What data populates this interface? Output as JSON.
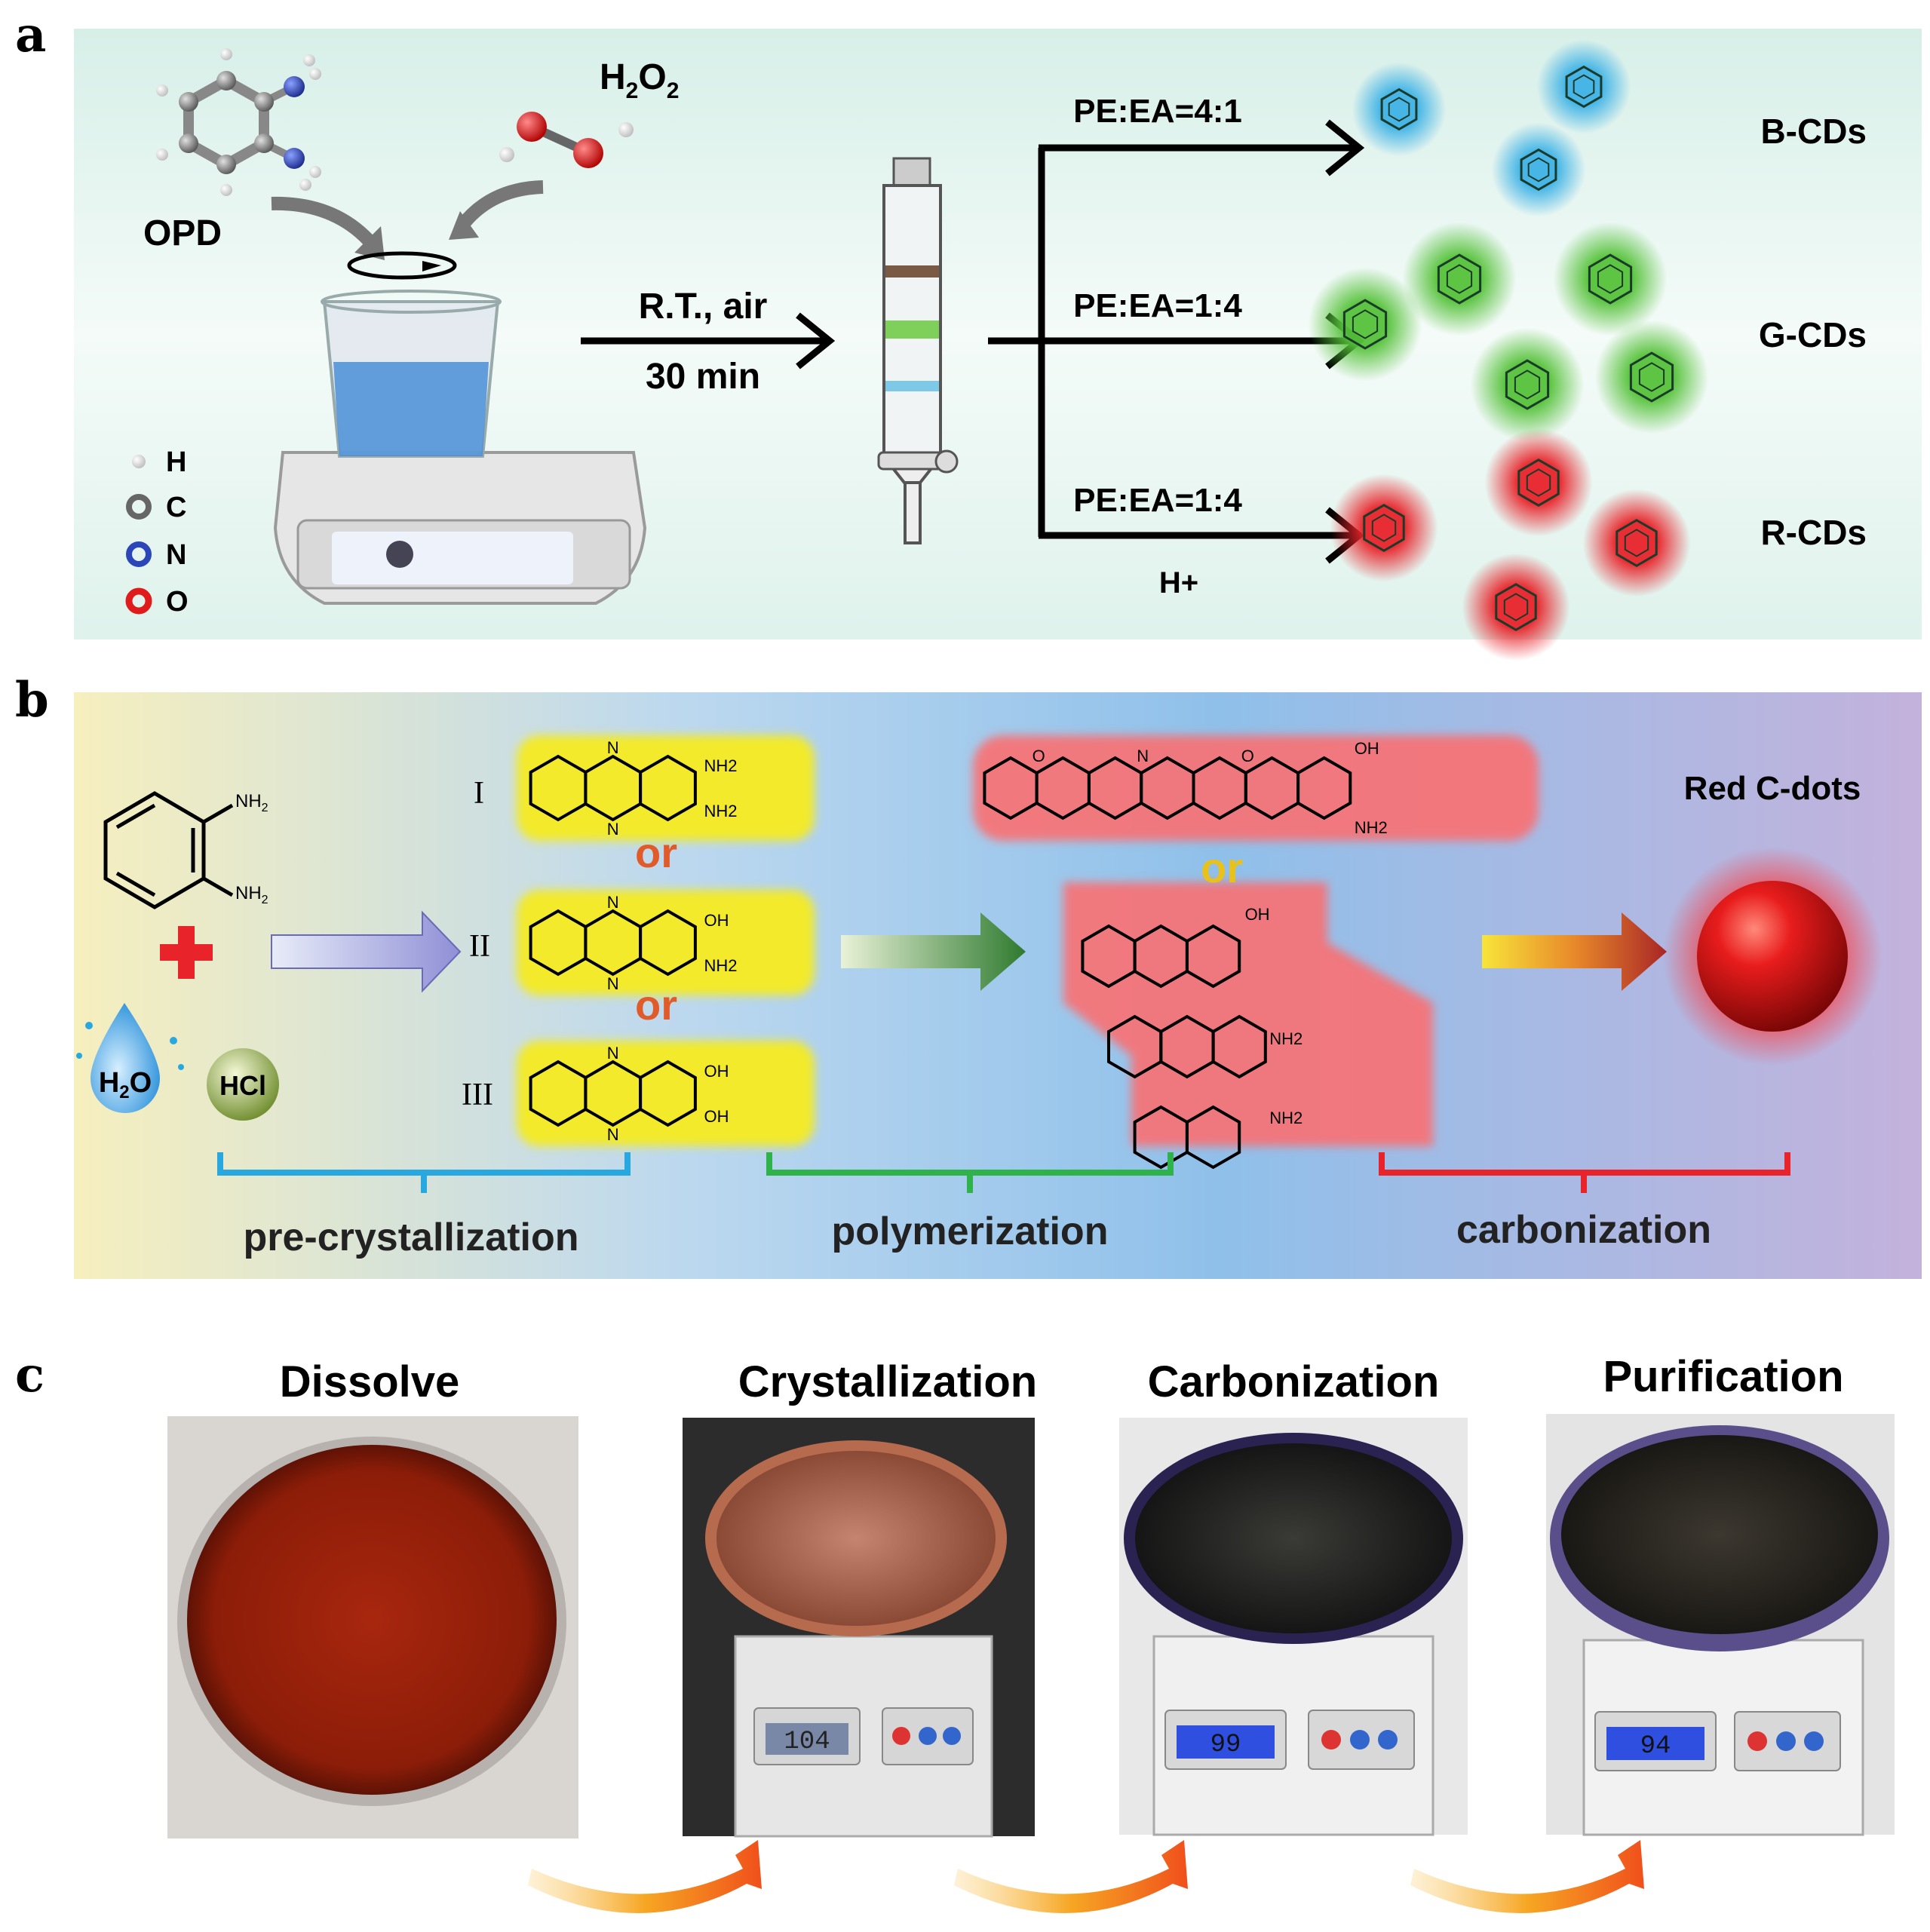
{
  "panel_a": {
    "letter": "a",
    "opd_label": "OPD",
    "h2o2": {
      "main": "H",
      "sub": "2",
      "main2": "O",
      "sub2": "2"
    },
    "legend": [
      {
        "symbol": "H",
        "color": "#f2f2f2"
      },
      {
        "symbol": "C",
        "color": "#9a9a9a"
      },
      {
        "symbol": "N",
        "color": "#2b46b8"
      },
      {
        "symbol": "O",
        "color": "#e01b1b"
      }
    ],
    "condition_line1": "R.T., air",
    "condition_line2": "30 min",
    "branches": [
      {
        "eluent": "PE:EA=4:1",
        "extra": "",
        "product": "B-CDs",
        "color": "#3fb3e6"
      },
      {
        "eluent": "PE:EA=1:4",
        "extra": "",
        "product": "G-CDs",
        "color": "#56c23a"
      },
      {
        "eluent": "PE:EA=1:4",
        "extra": "H+",
        "product": "R-CDs",
        "color": "#e8242a"
      }
    ]
  },
  "panel_b": {
    "letter": "b",
    "or_label": "or",
    "water_label": "H2O",
    "hcl_label": "HCl",
    "roman": [
      "I",
      "II",
      "III"
    ],
    "product_label": "Red C-dots",
    "stages": [
      "pre-crystallization",
      "polymerization",
      "carbonization"
    ],
    "atoms": {
      "n": "N",
      "o": "O",
      "nh2": "NH2",
      "oh": "OH"
    }
  },
  "panel_c": {
    "letter": "c",
    "steps": [
      {
        "title": "Dissolve",
        "scale_reading": ""
      },
      {
        "title": "Crystallization",
        "scale_reading": "104"
      },
      {
        "title": "Carbonization",
        "scale_reading": "99"
      },
      {
        "title": "Purification",
        "scale_reading": "94"
      }
    ]
  },
  "colors": {
    "panel_a_bg": "#dff2ec",
    "stage1": "#29a8e0",
    "stage2": "#2fb24a",
    "stage3": "#e8242a",
    "arrow_orange": "#f26b1d"
  }
}
